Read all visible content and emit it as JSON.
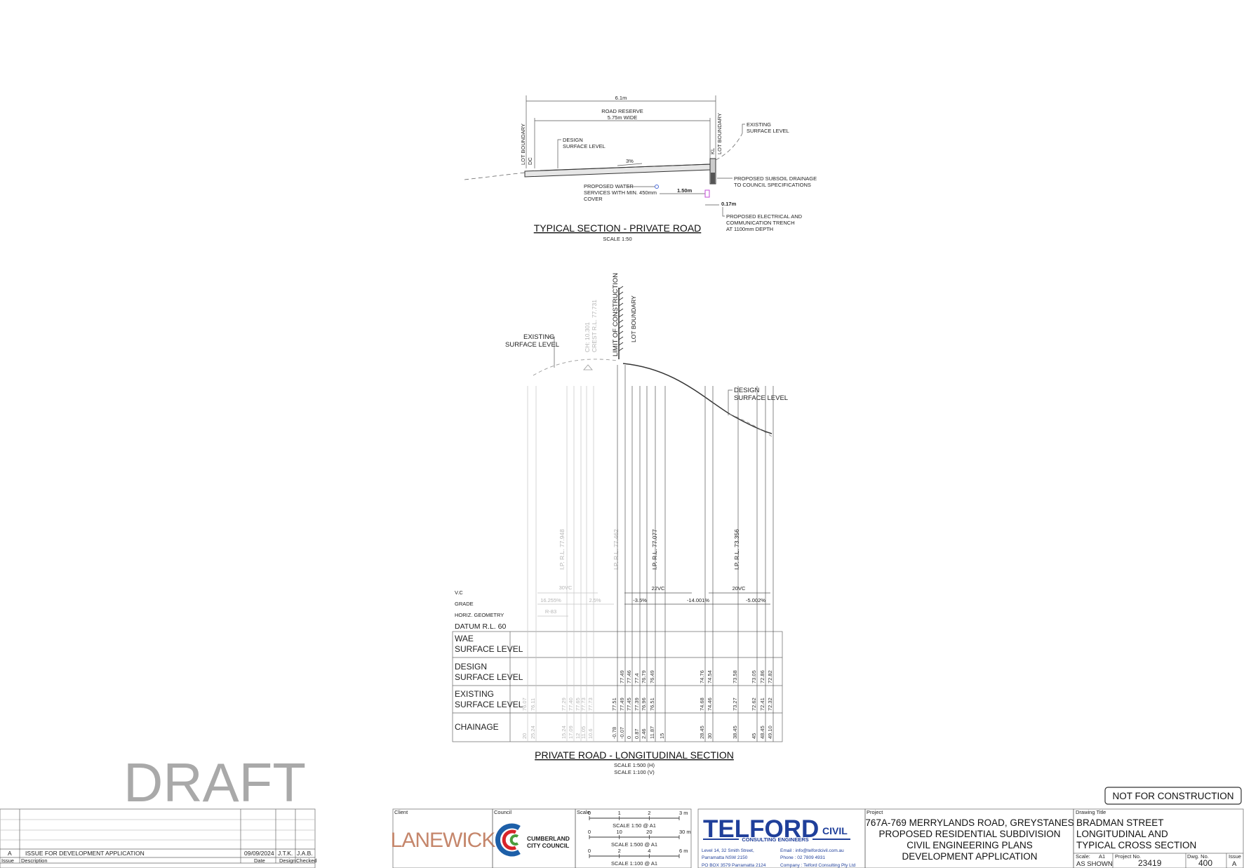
{
  "draft_watermark": "DRAFT",
  "not_for_construction": "NOT FOR CONSTRUCTION",
  "typical_section": {
    "title": "TYPICAL SECTION - PRIVATE ROAD",
    "scale": "SCALE 1:50",
    "overall_width": "6.1m",
    "road_reserve": "ROAD RESERVE",
    "road_reserve_width": "5.75m WIDE",
    "lot_boundary_left": "LOT BOUNDARY",
    "lot_boundary_right": "LOT BOUNDARY",
    "left_label": "DC",
    "right_label": "KL",
    "design_surface": [
      "DESIGN",
      "SURFACE LEVEL"
    ],
    "existing_surface": [
      "EXISTING",
      "SURFACE LEVEL"
    ],
    "crossfall": "3%",
    "water_services": [
      "PROPOSED WATER",
      "SERVICES WITH MIN. 450mm",
      "COVER"
    ],
    "offset_150": "1.50m",
    "offset_017": "0.17m",
    "subsoil": [
      "PROPOSED SUBSOIL DRAINAGE",
      "TO COUNCIL SPECIFICATIONS"
    ],
    "electrical": [
      "PROPOSED ELECTRICAL AND",
      "COMMUNICATION TRENCH",
      "AT 1100mm DEPTH"
    ]
  },
  "long_section": {
    "title": "PRIVATE ROAD - LONGITUDINAL SECTION",
    "scale_h": "SCALE 1:500 (H)",
    "scale_v": "SCALE 1:100 (V)",
    "limit_of_construction": "LIMIT OF CONSTRUCTION",
    "lot_boundary": "LOT BOUNDARY",
    "crest": [
      "CH: 10.301",
      "CREST R.L. 77.731"
    ],
    "existing_surface": [
      "EXISTING",
      "SURFACE LEVEL"
    ],
    "design_surface": [
      "DESIGN",
      "SURFACE LEVEL"
    ],
    "ip_labels": [
      {
        "text": "I.P. R.L. 77.948",
        "faded": true
      },
      {
        "text": "I.P. R.L. 77.462",
        "faded": true
      },
      {
        "text": "I.P. R.L. 77.077",
        "faded": false
      },
      {
        "text": "I.P. R.L. 73.356",
        "faded": false
      }
    ],
    "vc_labels": [
      {
        "text": "30VC",
        "faded": true
      },
      {
        "text": "22VC",
        "faded": false
      },
      {
        "text": "20VC",
        "faded": false
      }
    ],
    "grade_labels": [
      {
        "text": "16.255%",
        "faded": true
      },
      {
        "text": "2.5%",
        "faded": true
      },
      {
        "text": "-3.5%",
        "faded": false
      },
      {
        "text": "-14.001%",
        "faded": false
      },
      {
        "text": "-5.002%",
        "faded": false
      }
    ],
    "horiz_label": "R-83",
    "row_labels": {
      "vc": "V.C",
      "grade": "GRADE",
      "horiz": "HORIZ. GEOMETRY",
      "datum": "DATUM R.L. 60",
      "wae": [
        "WAE",
        "SURFACE LEVEL"
      ],
      "design": [
        "DESIGN",
        "SURFACE LEVEL"
      ],
      "existing": [
        "EXISTING",
        "SURFACE LEVEL"
      ],
      "chainage": "CHAINAGE"
    },
    "stations": [
      {
        "ch": "20",
        "design": "",
        "existing": "76.07",
        "faded": true
      },
      {
        "ch": "25.24",
        "design": "",
        "existing": "76.11",
        "faded": true
      },
      {
        "ch": "15.24",
        "design": "",
        "existing": "77.29",
        "faded": true
      },
      {
        "ch": "17.09",
        "design": "",
        "existing": "77.40",
        "faded": true
      },
      {
        "ch": "12",
        "design": "",
        "existing": "77.65",
        "faded": true
      },
      {
        "ch": "11.05",
        "design": "",
        "existing": "77.73",
        "faded": true
      },
      {
        "ch": "10.6",
        "design": "",
        "existing": "77.73",
        "faded": true
      },
      {
        "ch": "-0.78",
        "design": "",
        "existing": "77.51",
        "faded": false
      },
      {
        "ch": "-0.07",
        "design": "77.49",
        "existing": "77.49",
        "faded": false
      },
      {
        "ch": "0",
        "design": "77.46",
        "existing": "77.45",
        "faded": false
      },
      {
        "ch": "0.87",
        "design": "77.4",
        "existing": "77.39",
        "faded": false
      },
      {
        "ch": "2.46",
        "design": "76.79",
        "existing": "76.96",
        "faded": false
      },
      {
        "ch": "11.87",
        "design": "76.49",
        "existing": "76.51",
        "faded": false
      },
      {
        "ch": "15",
        "design": "",
        "existing": "",
        "faded": false
      },
      {
        "ch": "28.45",
        "design": "74.76",
        "existing": "74.68",
        "faded": false
      },
      {
        "ch": "30",
        "design": "74.54",
        "existing": "74.46",
        "faded": false
      },
      {
        "ch": "38.45",
        "design": "73.58",
        "existing": "73.27",
        "faded": false
      },
      {
        "ch": "45",
        "design": "73.05",
        "existing": "72.62",
        "faded": false
      },
      {
        "ch": "48.45",
        "design": "72.86",
        "existing": "72.41",
        "faded": false
      },
      {
        "ch": "49.10",
        "design": "72.82",
        "existing": "72.32",
        "faded": false
      }
    ]
  },
  "revision_table": {
    "rows": [
      {
        "issue": "A",
        "description": "ISSUE FOR DEVELOPMENT APPLICATION",
        "date": "09/09/2024",
        "design": "J.T.K.",
        "checked": "J.A.B."
      }
    ],
    "headers": {
      "issue": "Issue",
      "description": "Description",
      "date": "Date",
      "design": "Design",
      "checked": "Checked"
    }
  },
  "client": {
    "label": "Client",
    "name": "LANEWICK"
  },
  "council": {
    "label": "Council",
    "name": [
      "CUMBERLAND",
      "CITY COUNCIL"
    ]
  },
  "scale_block": {
    "label": "Scale",
    "bars": [
      {
        "caption": "SCALE 1:50 @ A1",
        "ticks": [
          "0",
          "1",
          "2",
          "3 m"
        ]
      },
      {
        "caption": "SCALE 1:500 @ A1",
        "ticks": [
          "0",
          "10",
          "20",
          "30 m"
        ]
      },
      {
        "caption": "SCALE 1:100 @ A1",
        "ticks": [
          "0",
          "2",
          "4",
          "6 m"
        ]
      }
    ]
  },
  "consultant": {
    "name": "TELFORD",
    "civil": "CIVIL",
    "tagline": "CONSULTING ENGINEERS",
    "address": [
      "Level 14, 32 Smith Street,",
      "Parramatta NSW 2150",
      "PO BOX 3579 Parramatta 2124"
    ],
    "contact": [
      "Email : info@telfordcivil.com.au",
      "Phone : 02 7809 4931",
      "Company : Telford Consulting Pty Ltd"
    ]
  },
  "project": {
    "label": "Project",
    "lines": [
      "767A-769 MERRYLANDS ROAD, GREYSTANES",
      "PROPOSED RESIDENTIAL SUBDIVISION",
      "CIVIL ENGINEERING PLANS",
      "DEVELOPMENT APPLICATION"
    ]
  },
  "drawing": {
    "label": "Drawing Title",
    "lines": [
      "BRADMAN STREET",
      "LONGITUDINAL AND",
      "TYPICAL CROSS SECTION"
    ],
    "scale_label": "Scale:",
    "sheet": "A1",
    "scale": "AS SHOWN",
    "project_no_label": "Project No.",
    "project_no": "23419",
    "dwg_no_label": "Dwg. No.",
    "dwg_no": "400",
    "issue_label": "Issue",
    "issue": "A"
  },
  "colors": {
    "line": "#333333",
    "faded": "#b5b5b5",
    "telford_blue": "#1f3f9a",
    "council_red": "#d8232a",
    "council_blue": "#1d5fa8",
    "council_green": "#4a9d3d"
  }
}
